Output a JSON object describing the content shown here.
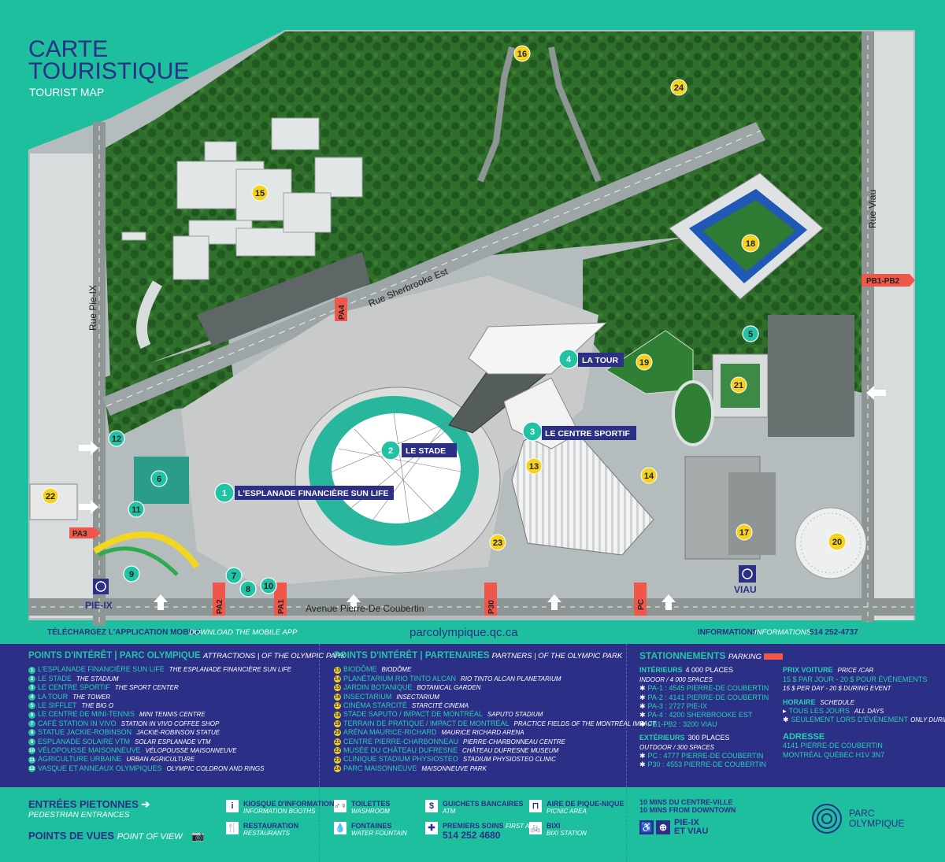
{
  "header": {
    "title_line1": "CARTE",
    "title_line2": "TOURISTIQUE",
    "subtitle": "TOURIST MAP"
  },
  "streets": {
    "sherbrooke": "Rue Sherbrooke Est",
    "pie_ix": "Rue Pie-IX",
    "viau": "Rue Viau",
    "coubertin": "Avenue Pierre-De Coubertin"
  },
  "parking_tags": {
    "pa1": "PA1",
    "pa2": "PA2",
    "pa3": "PA3",
    "pa4": "PA4",
    "p30": "P30",
    "pc": "PC",
    "pb": "PB1-PB2"
  },
  "metro": {
    "pie_ix": "PIE-IX",
    "viau": "VIAU"
  },
  "callouts": {
    "c1": {
      "n": "1",
      "label": "L'ESPLANADE FINANCIÈRE SUN LIFE"
    },
    "c2": {
      "n": "2",
      "label": "LE STADE"
    },
    "c3": {
      "n": "3",
      "label": "LE CENTRE SPORTIF"
    },
    "c4": {
      "n": "4",
      "label": "LA TOUR"
    }
  },
  "markers_green": [
    "5",
    "6",
    "7",
    "8",
    "9",
    "10",
    "11",
    "12"
  ],
  "markers_yellow": [
    "13",
    "14",
    "15",
    "16",
    "17",
    "18",
    "19",
    "20",
    "21",
    "22",
    "23",
    "24"
  ],
  "footer_bar": {
    "app_fr": "TÉLÉCHARGEZ L'APPLICATION MOBILE",
    "app_en": "DOWNLOAD THE MOBILE APP",
    "url": "parcolympique.qc.ca",
    "info_fr": "INFORMATIONS",
    "info_en": "INFORMATIONS",
    "phone": "514 252-4737"
  },
  "attractions": {
    "heading_fr": "POINTS D'INTÉRÊT | PARC OLYMPIQUE",
    "heading_en": "ATTRACTIONS | OF THE OLYMPIC PARK",
    "items": [
      {
        "n": "1",
        "fr": "L'ESPLANADE FINANCIÈRE SUN LIFE",
        "en": "THE ESPLANADE FINANCIÈRE SUN LIFE"
      },
      {
        "n": "2",
        "fr": "LE STADE",
        "en": "THE STADIUM"
      },
      {
        "n": "3",
        "fr": "LE CENTRE SPORTIF",
        "en": "THE SPORT CENTER"
      },
      {
        "n": "4",
        "fr": "LA TOUR",
        "en": "THE TOWER"
      },
      {
        "n": "5",
        "fr": "LE SIFFLET",
        "en": "THE BIG O"
      },
      {
        "n": "6",
        "fr": "LE CENTRE DE MINI-TENNIS",
        "en": "MINI TENNIS CENTRE"
      },
      {
        "n": "7",
        "fr": "CAFÉ STATION IN VIVO",
        "en": "STATION IN VIVO COFFEE SHOP"
      },
      {
        "n": "8",
        "fr": "STATUE JACKIE-ROBINSON",
        "en": "JACKIE-ROBINSON STATUE"
      },
      {
        "n": "9",
        "fr": "ESPLANADE SOLAIRE VTM",
        "en": "SOLAR ESPLANADE VTM"
      },
      {
        "n": "10",
        "fr": "VÉLOPOUSSE MAISONNEUVE",
        "en": "VÉLOPOUSSE MAISONNEUVE"
      },
      {
        "n": "11",
        "fr": "AGRICULTURE URBAINE",
        "en": "URBAN AGRICULTURE"
      },
      {
        "n": "12",
        "fr": "VASQUE ET ANNEAUX OLYMPIQUES",
        "en": "OLYMPIC COLDRON AND RINGS"
      }
    ]
  },
  "partners": {
    "heading_fr": "POINTS D'INTÉRÊT | PARTENAIRES",
    "heading_en": "PARTNERS | OF THE OLYMPIC PARK",
    "items": [
      {
        "n": "13",
        "fr": "BIODÔME",
        "en": "BIODÔME"
      },
      {
        "n": "14",
        "fr": "PLANÉTARIUM RIO TINTO ALCAN",
        "en": "RIO TINTO ALCAN PLANETARIUM"
      },
      {
        "n": "15",
        "fr": "JARDIN BOTANIQUE",
        "en": "BOTANICAL GARDEN"
      },
      {
        "n": "16",
        "fr": "INSECTARIUM",
        "en": "INSECTARIUM"
      },
      {
        "n": "17",
        "fr": "CINÉMA STARCITÉ",
        "en": "STARCITÉ CINEMA"
      },
      {
        "n": "18",
        "fr": "STADE SAPUTO / IMPACT DE MONTRÉAL",
        "en": "SAPUTO STADIUM"
      },
      {
        "n": "19",
        "fr": "TERRAIN DE PRATIQUE / IMPACT DE MONTRÉAL",
        "en": "PRACTICE FIELDS OF THE MONTRÉAL IMPACT"
      },
      {
        "n": "20",
        "fr": "ARÉNA MAURICE-RICHARD",
        "en": "MAURICE RICHARD ARENA"
      },
      {
        "n": "21",
        "fr": "CENTRE PIERRE-CHARBONNEAU",
        "en": "PIERRE-CHARBONNEAU CENTRE"
      },
      {
        "n": "22",
        "fr": "MUSÉE DU CHÂTEAU DUFRESNE",
        "en": "CHÂTEAU DUFRESNE MUSEUM"
      },
      {
        "n": "23",
        "fr": "CLINIQUE STADIUM PHYSIOSTEO",
        "en": "STADIUM PHYSIOSTEO CLINIC"
      },
      {
        "n": "24",
        "fr": "PARC MAISONNEUVE",
        "en": "MAISONNEUVE PARK"
      }
    ]
  },
  "parking": {
    "heading_fr": "STATIONNEMENTS",
    "heading_en": "PARKING",
    "indoor_fr": "INTÉRIEURS",
    "indoor_places": "4 000 PLACES",
    "indoor_en": "INDOOR / 4 000 SPACES",
    "indoor_items": [
      "PA-1 : 4545 PIERRE-DE COUBERTIN",
      "PA-2 : 4141 PIERRE-DE COUBERTIN",
      "PA-3 : 2727 PIE-IX",
      "PA-4 : 4200 SHERBROOKE EST",
      "PB1-PB2 : 3200 VIAU"
    ],
    "outdoor_fr": "EXTÉRIEURS",
    "outdoor_places": "300 PLACES",
    "outdoor_en": "OUTDOOR / 300 SPACES",
    "outdoor_items": [
      "PC : 4777 PIERRE-DE COUBERTIN",
      "P30 : 4553 PIERRE-DE COUBERTIN"
    ],
    "price_fr": "PRIX VOITURE",
    "price_en": "PRICE /CAR",
    "price_line1": "15 $ PAR JOUR - 20 $ POUR ÉVÉNEMENTS",
    "price_line2": "15 $ PER DAY - 20 $ DURING EVENT",
    "hours_fr": "HORAIRE",
    "hours_en": "SCHEDULE",
    "hours_all_fr": "TOUS LES JOURS",
    "hours_all_en": "ALL DAYS",
    "hours_event_fr": "SEULEMENT LORS D'ÉVÉNEMENT",
    "hours_event_en": "ONLY DURING EVENT",
    "address_h": "ADRESSE",
    "address_1": "4141 PIERRE-DE COUBERTIN",
    "address_2": "MONTRÉAL QUÉBEC H1V 3N7"
  },
  "bottom": {
    "entrances_fr": "ENTRÉES PIETONNES",
    "entrances_en": "PEDESTRIAN ENTRANCES",
    "pov_fr": "POINTS DE VUES",
    "pov_en": "POINT OF VIEW",
    "kiosk_fr": "KIOSQUE D'INFORMATION",
    "kiosk_en": "INFORMATION BOOTHS",
    "resto_fr": "RESTAURATION",
    "resto_en": "RESTAURANTS",
    "wc_fr": "TOILETTES",
    "wc_en": "WASHROOM",
    "fountain_fr": "FONTAINES",
    "fountain_en": "WATER FOUNTAIN",
    "atm_fr": "GUICHETS BANCAIRES",
    "atm_en": "ATM",
    "aid_fr": "PREMIERS SOINS",
    "aid_en": "FIRST AID",
    "aid_phone": "514 252 4680",
    "picnic_fr": "AIRE DE PIQUE-NIQUE",
    "picnic_en": "PICNIC AREA",
    "bixi_fr": "BIXI",
    "bixi_en": "BIXI STATION",
    "downtown_fr": "10 MINS DU CENTRE-VILLE",
    "downtown_en": "10 MINS FROM DOWNTOWN",
    "metro_label_1": "PIE-IX",
    "metro_label_2": "ET VIAU",
    "logo_1": "PARC",
    "logo_2": "OLYMPIQUE"
  }
}
